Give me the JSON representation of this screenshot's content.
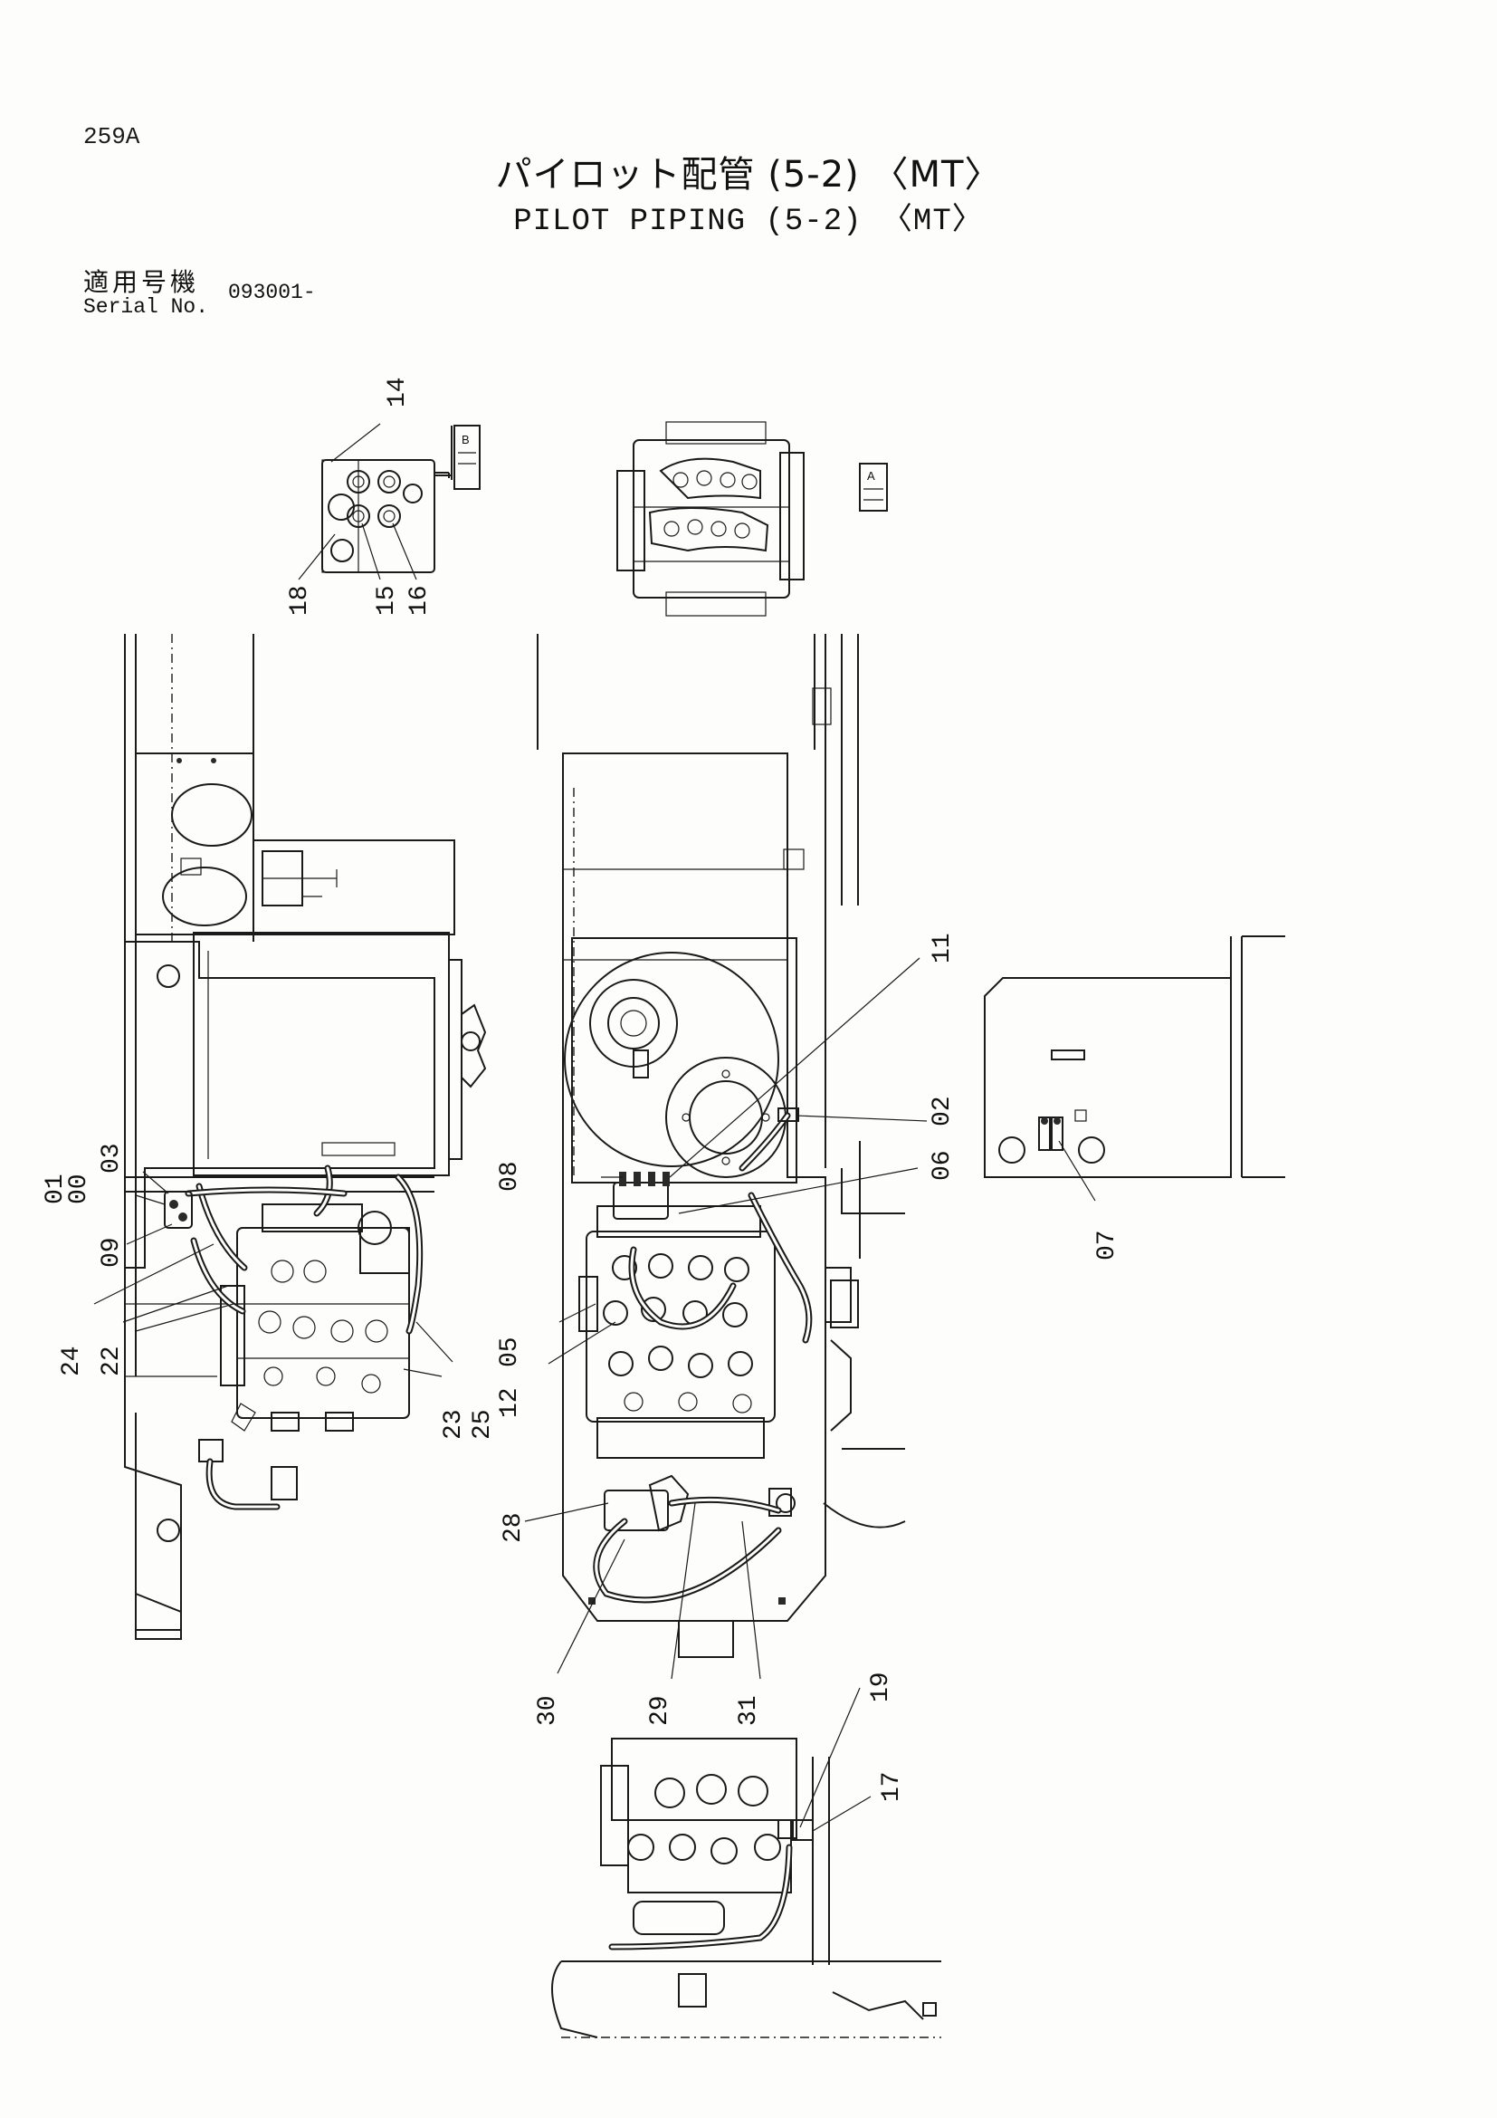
{
  "page_number": "259A",
  "title_jp": "パイロット配管 (5-2) 〈MT〉",
  "title_en": "PILOT PIPING (5-2) 〈MT〉",
  "serial_label_jp": "適用号機",
  "serial_label_en": "Serial No.",
  "serial_value": "093001-",
  "view_tags": {
    "b": "B",
    "a": "A"
  },
  "callouts": {
    "c14": "14",
    "c18": "18",
    "c15": "15",
    "c16": "16",
    "c11": "11",
    "c02": "02",
    "c08": "08",
    "c06": "06",
    "c07": "07",
    "c01": "01",
    "c00": "00",
    "c03": "03",
    "c09": "09",
    "c24": "24",
    "c22": "22",
    "c05": "05",
    "c12": "12",
    "c23": "23",
    "c25": "25",
    "c28": "28",
    "c30": "30",
    "c29": "29",
    "c31": "31",
    "c19": "19",
    "c17": "17"
  }
}
